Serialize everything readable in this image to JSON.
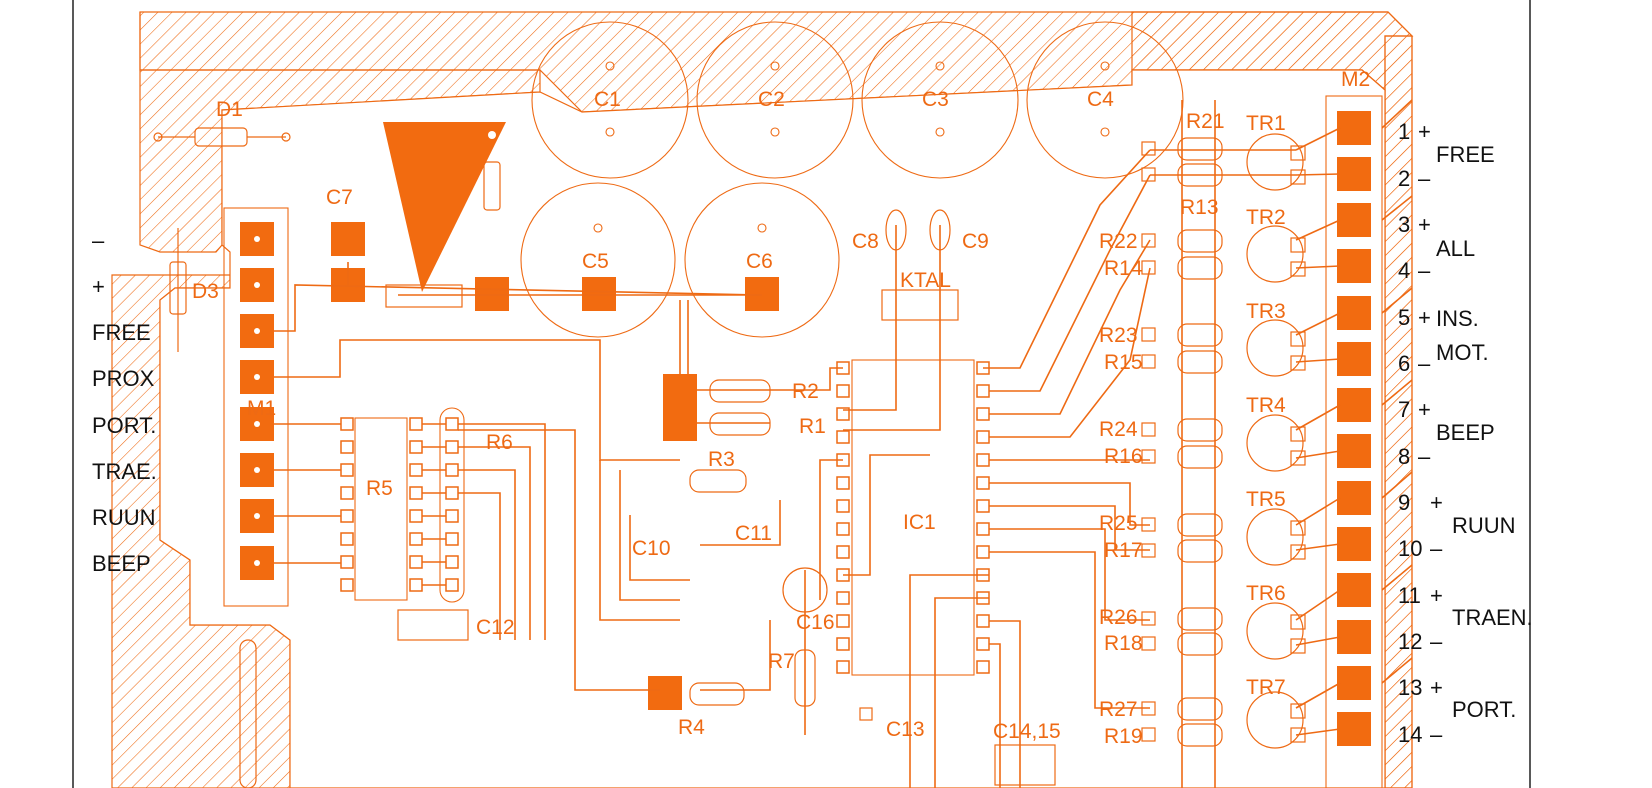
{
  "colors": {
    "copper": "#ee6a14",
    "pad": "#f26b10",
    "text": "#111111",
    "frame": "#222222",
    "background": "#ffffff"
  },
  "left_labels": [
    "–",
    "+",
    "FREE",
    "PROX",
    "PORT.",
    "TRAE.",
    "RUUN",
    "BEEP"
  ],
  "right_connector": {
    "ref": "M2",
    "pins": [
      "1",
      "2",
      "3",
      "4",
      "5",
      "6",
      "7",
      "8",
      "9",
      "10",
      "11",
      "12",
      "13",
      "14"
    ],
    "polarity": [
      "+",
      "–",
      "+",
      "–",
      "+",
      "–",
      "+",
      "–",
      "+",
      "–",
      "+",
      "–",
      "+",
      "–"
    ],
    "functions": [
      "FREE",
      "ALL",
      "INS.",
      "MOT.",
      "BEEP",
      "RUUN",
      "TRAEN.",
      "PORT."
    ]
  },
  "components": {
    "caps_big": [
      "C1",
      "C2",
      "C3",
      "C4",
      "C5",
      "C6"
    ],
    "caps_small": [
      "C7",
      "C8",
      "C9",
      "C10",
      "C11",
      "C12",
      "C13",
      "C14,15",
      "C16"
    ],
    "diodes": [
      "D1",
      "D3"
    ],
    "resistors": [
      "R1",
      "R2",
      "R3",
      "R4",
      "R5",
      "R6",
      "R7"
    ],
    "resistors_right_a": [
      "R21",
      "R13",
      "R22",
      "R14",
      "R23",
      "R15",
      "R24",
      "R16",
      "R25",
      "R17",
      "R26",
      "R18",
      "R27",
      "R19"
    ],
    "transistors": [
      "TR1",
      "TR2",
      "TR3",
      "TR4",
      "TR5",
      "TR6",
      "TR7"
    ],
    "ic": "IC1",
    "connector_left": "M1",
    "crystal": "KTAL"
  }
}
